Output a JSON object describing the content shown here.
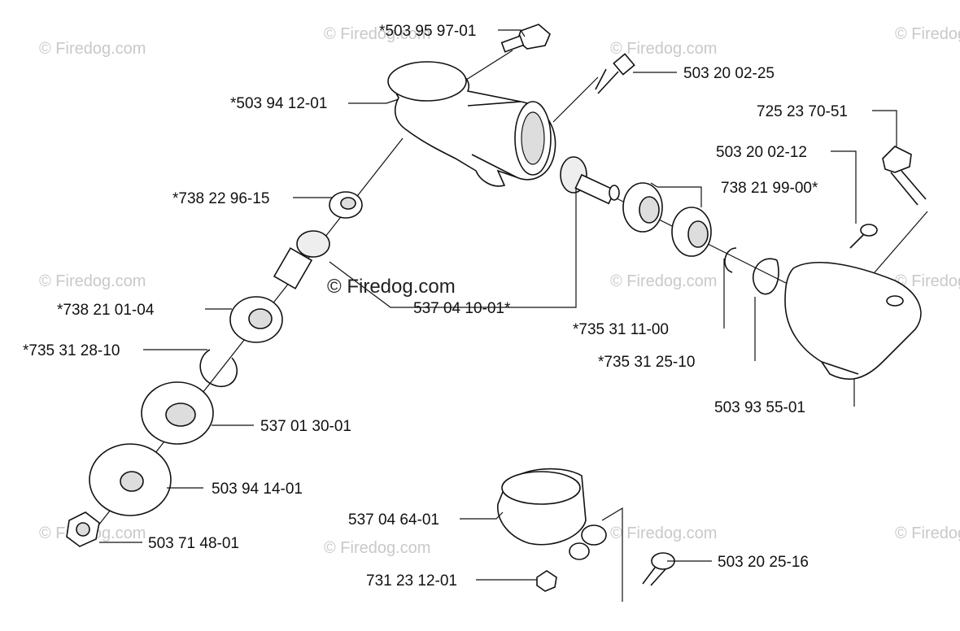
{
  "watermark": "© Firedog.com",
  "center_watermark": "© Firedog.com",
  "parts": {
    "p_503959701": "*503 95 97-01",
    "p_503200225": "503 20 02-25",
    "p_503941201": "*503 94 12-01",
    "p_725237051": "725 23 70-51",
    "p_503200212": "503 20 02-12",
    "p_738229615": "*738 22 96-15",
    "p_738219900": "738 21 99-00*",
    "p_537041001": "537 04 10-01*",
    "p_738210104": "*738 21 01-04",
    "p_735311100": "*735 31 11-00",
    "p_735312810": "*735 31 28-10",
    "p_735312510": "*735 31 25-10",
    "p_503935501": "503 93 55-01",
    "p_537013001": "537 01 30-01",
    "p_503941401": "503 94 14-01",
    "p_537046401": "537 04 64-01",
    "p_503714801": "503 71 48-01",
    "p_503202516": "503 20 25-16",
    "p_731231201": "731 23 12-01"
  }
}
